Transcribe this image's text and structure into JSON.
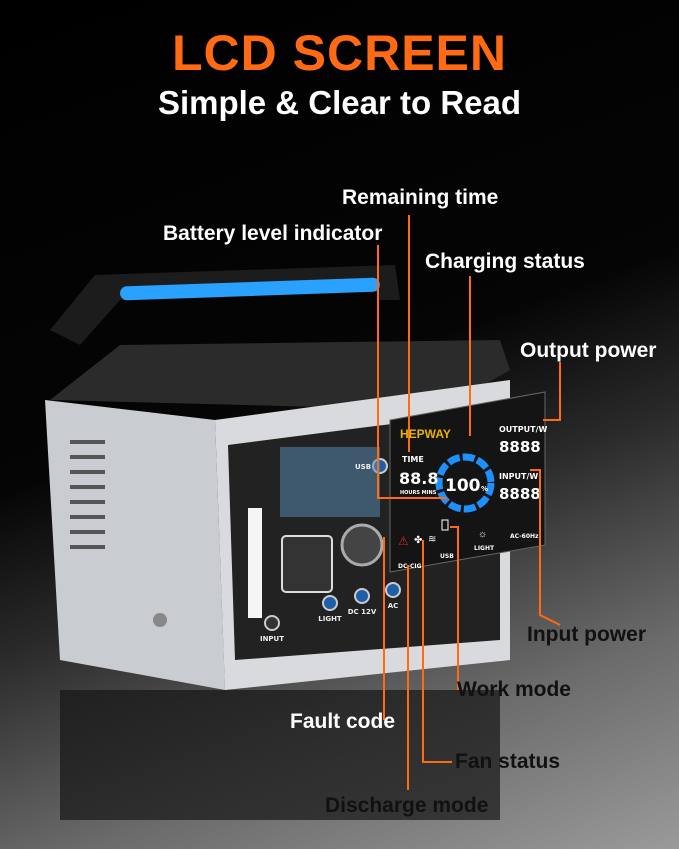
{
  "header": {
    "title": "LCD SCREEN",
    "subtitle": "Simple & Clear to Read"
  },
  "callouts": {
    "remaining_time": "Remaining time",
    "battery_level": "Battery level indicator",
    "charging_status": "Charging status",
    "output_power": "Output power",
    "input_power": "Input power",
    "work_mode": "Work mode",
    "fault_code": "Fault code",
    "fan_status": "Fan status",
    "discharge_mode": "Discharge mode"
  },
  "lcd": {
    "time_label": "TIME",
    "time_value": "88.8",
    "time_units": "HOURS MINS",
    "battery_percent": "100",
    "percent_sign": "%",
    "output_label": "OUTPUT/W",
    "output_value": "8888",
    "input_label": "INPUT/W",
    "input_value": "8888",
    "usb": "USB",
    "light": "LIGHT",
    "ac": "AC-60Hz",
    "dc": "DC-CIG"
  },
  "device": {
    "brand": "HEPWAY",
    "ports": {
      "input": "INPUT",
      "light": "LIGHT",
      "dc": "DC 12V",
      "ac": "AC",
      "usb": "USB"
    }
  },
  "colors": {
    "accent": "#ff6a13",
    "lcd_blue": "#1e90ff",
    "handle_blue": "#2aa0ff"
  }
}
